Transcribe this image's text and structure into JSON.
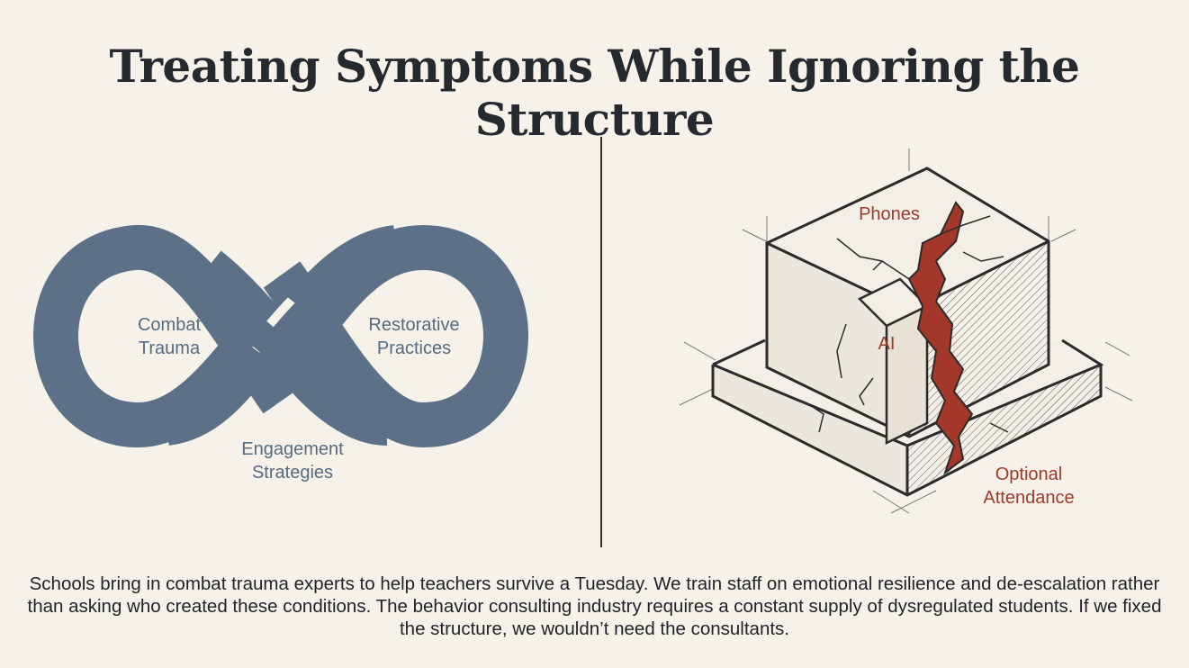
{
  "title": "Treating Symptoms While Ignoring the Structure",
  "loop": {
    "left": "Combat Trauma",
    "right": "Restorative Practices",
    "bottom": "Engagement Strategies"
  },
  "structure": {
    "top": "Phones",
    "middle": "AI",
    "base": "Optional Attendance"
  },
  "caption": "Schools bring in combat trauma experts to help teachers survive a Tuesday. We train staff on emotional resilience and de-escalation rather than asking who created these conditions. The behavior consulting industry requires a constant supply of dysregulated students. If we fixed the structure, we wouldn’t need the consultants.",
  "colors": {
    "loop": "#5c7187",
    "crack": "#a3382a",
    "ink": "#262a2e",
    "background": "#f6f2ea"
  },
  "icons": [
    "infinity-loop",
    "cracked-block"
  ]
}
